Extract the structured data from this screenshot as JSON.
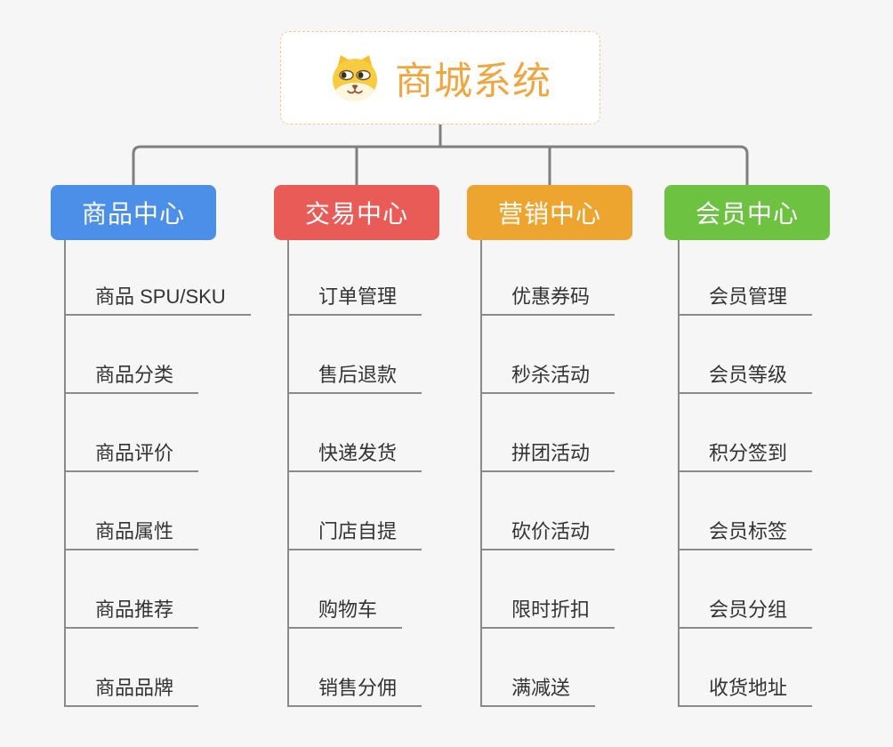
{
  "page": {
    "background_color": "#F5F6F5"
  },
  "colors": {
    "connector": "#7F7F7F",
    "leaf_line": "#8A8A8A",
    "root_border": "#EFCB8B",
    "root_text": "#F0A63F"
  },
  "root": {
    "title": "商城系统",
    "icon": "dog-face-icon",
    "text_color": "#F0A63F",
    "border_color": "#EFCB8B"
  },
  "branches": [
    {
      "label": "商品中心",
      "color": "#4C8FE8",
      "children": [
        "商品 SPU/SKU",
        "商品分类",
        "商品评价",
        "商品属性",
        "商品推荐",
        "商品品牌"
      ]
    },
    {
      "label": "交易中心",
      "color": "#E85B56",
      "children": [
        "订单管理",
        "售后退款",
        "快递发货",
        "门店自提",
        "购物车",
        "销售分佣"
      ]
    },
    {
      "label": "营销中心",
      "color": "#EDA52F",
      "children": [
        "优惠券码",
        "秒杀活动",
        "拼团活动",
        "砍价活动",
        "限时折扣",
        "满减送"
      ]
    },
    {
      "label": "会员中心",
      "color": "#6DC341",
      "children": [
        "会员管理",
        "会员等级",
        "积分签到",
        "会员标签",
        "会员分组",
        "收货地址"
      ]
    }
  ]
}
